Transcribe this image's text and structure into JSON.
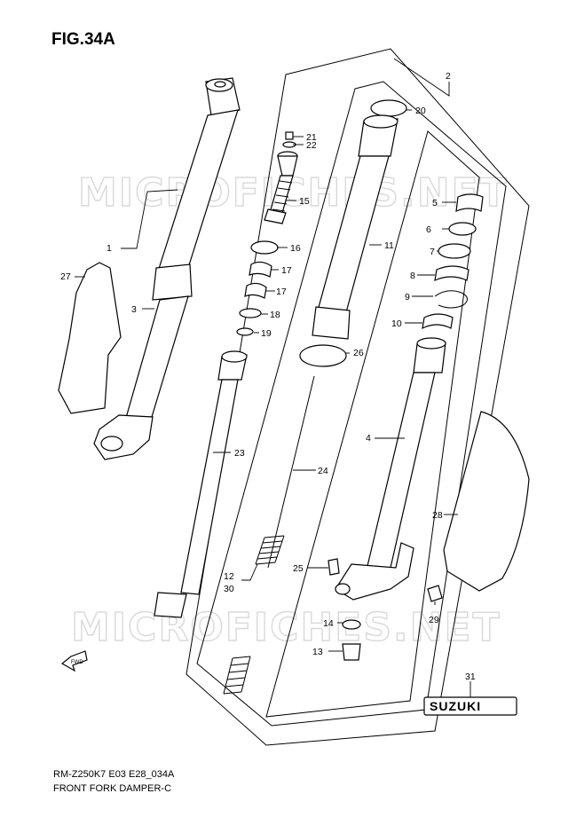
{
  "figure_title": "FIG.34A",
  "footer": {
    "model_code": "RM-Z250K7 E03 E28_034A",
    "section_name": "FRONT FORK DAMPER-C"
  },
  "watermark": "MICROFICHES.NET",
  "direction_badge": "FWD",
  "brand_emblem": "SUZUKI",
  "callouts": [
    "1",
    "2",
    "3",
    "4",
    "5",
    "6",
    "7",
    "8",
    "9",
    "10",
    "11",
    "12",
    "13",
    "14",
    "15",
    "16",
    "17",
    "17",
    "18",
    "19",
    "20",
    "21",
    "22",
    "23",
    "24",
    "25",
    "26",
    "27",
    "28",
    "29",
    "30",
    "31"
  ]
}
